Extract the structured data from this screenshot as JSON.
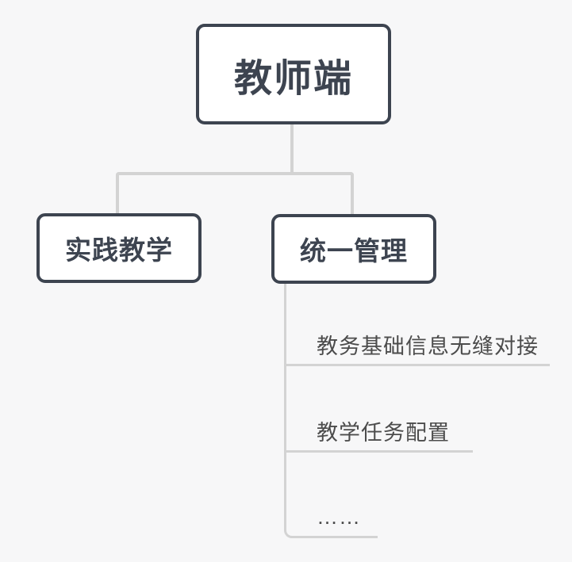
{
  "colors": {
    "background": "#f7f7f8",
    "node_border": "#3d4450",
    "node_fill": "#ffffff",
    "node_text": "#3d4450",
    "connector_line": "#d3d3d3",
    "leaf_text": "#4c4c4c"
  },
  "diagram": {
    "type": "mindmap-tree",
    "root": {
      "label": "教师端"
    },
    "children": [
      {
        "label": "实践教学",
        "leaves": []
      },
      {
        "label": "统一管理",
        "leaves": [
          "教务基础信息无缝对接",
          "教学任务配置",
          "……"
        ]
      }
    ]
  }
}
